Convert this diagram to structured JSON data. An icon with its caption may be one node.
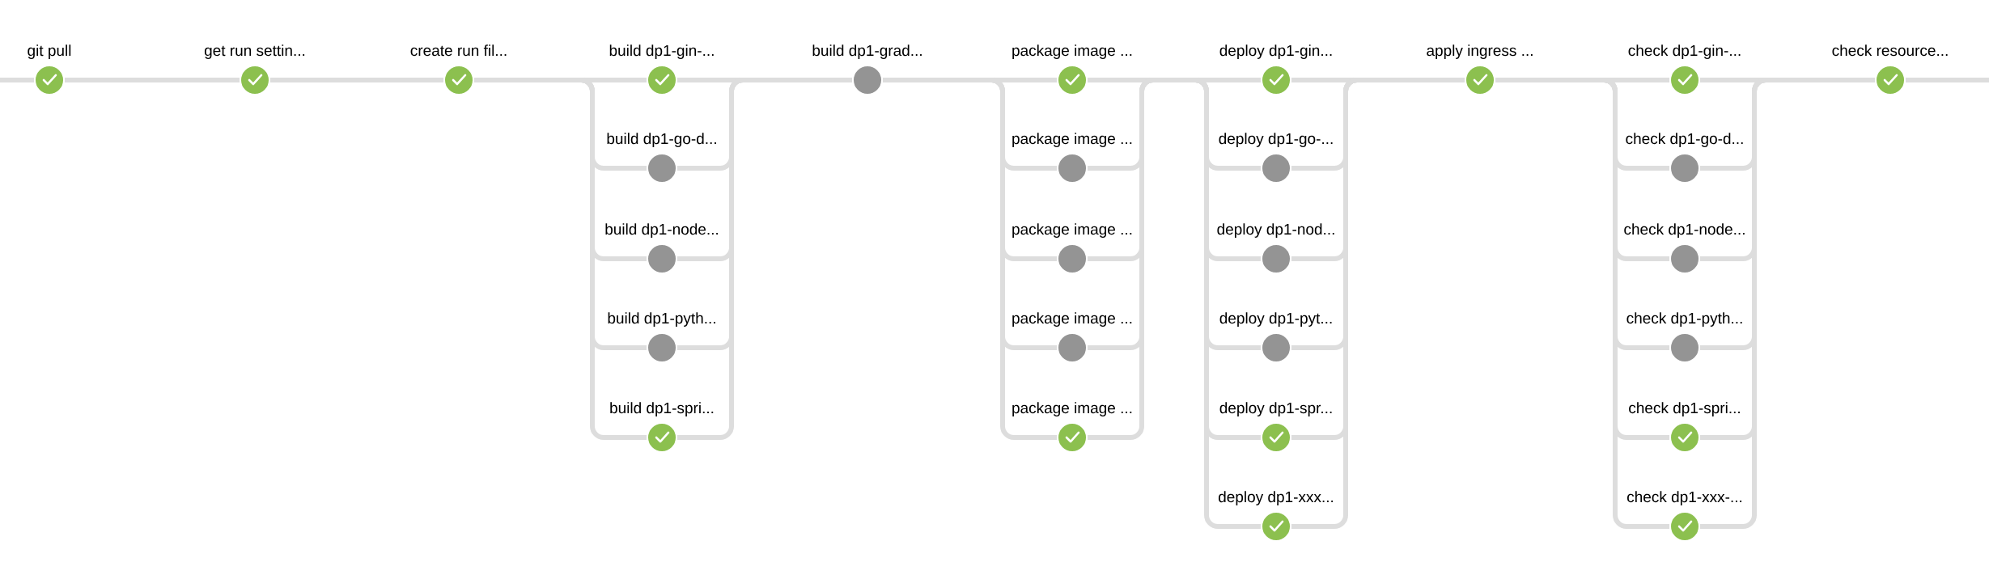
{
  "diagram": {
    "nodes": [
      {
        "text": [
          "git pull"
        ]
      },
      {
        "text": [
          "get run settin..."
        ]
      },
      {
        "text": [
          "create run fil..."
        ]
      },
      {
        "text": [
          "build dp1-gin-..."
        ]
      },
      {
        "text": [
          "build dp1-go-d..."
        ]
      },
      {
        "text": [
          "build dp1-node..."
        ]
      },
      {
        "text": [
          "build dp1-pyth..."
        ]
      },
      {
        "text": [
          "build dp1-spri..."
        ]
      },
      {
        "text": [
          "build dp1-grad..."
        ]
      },
      {
        "text": [
          "package image ..."
        ]
      },
      {
        "text": [
          "package image ..."
        ]
      },
      {
        "text": [
          "package image ..."
        ]
      },
      {
        "text": [
          "package image ..."
        ]
      },
      {
        "text": [
          "package image ..."
        ]
      },
      {
        "text": [
          "deploy dp1-gin..."
        ]
      },
      {
        "text": [
          "deploy dp1-go-..."
        ]
      },
      {
        "text": [
          "deploy dp1-nod..."
        ]
      },
      {
        "text": [
          "deploy dp1-pyt..."
        ]
      },
      {
        "text": [
          "deploy dp1-spr..."
        ]
      },
      {
        "text": [
          "deploy dp1-xxx..."
        ]
      },
      {
        "text": [
          "apply ingress ..."
        ]
      },
      {
        "text": [
          "check dp1-gin-..."
        ]
      },
      {
        "text": [
          "check dp1-go-d..."
        ]
      },
      {
        "text": [
          "check dp1-node..."
        ]
      },
      {
        "text": [
          "check dp1-pyth..."
        ]
      },
      {
        "text": [
          "check dp1-spri..."
        ]
      },
      {
        "text": [
          "check dp1-xxx-..."
        ]
      },
      {
        "text": [
          "check resource..."
        ]
      }
    ],
    "edges": [
      {
        "from": null,
        "to": 0,
        "arrow": "none"
      },
      {
        "from": 0,
        "to": 1,
        "arrow": "none"
      },
      {
        "from": 1,
        "to": 2,
        "arrow": "none"
      },
      {
        "from": 2,
        "to": 3,
        "arrow": "none"
      },
      {
        "from": 2,
        "to": 4,
        "arrow": "none"
      },
      {
        "from": 2,
        "to": 5,
        "arrow": "none"
      },
      {
        "from": 2,
        "to": 6,
        "arrow": "none"
      },
      {
        "from": 2,
        "to": 7,
        "arrow": "none"
      },
      {
        "from": 3,
        "to": 8,
        "arrow": "none"
      },
      {
        "from": 4,
        "to": 8,
        "arrow": "none"
      },
      {
        "from": 5,
        "to": 8,
        "arrow": "none"
      },
      {
        "from": 6,
        "to": 8,
        "arrow": "none"
      },
      {
        "from": 7,
        "to": 8,
        "arrow": "none"
      },
      {
        "from": 8,
        "to": 9,
        "arrow": "none"
      },
      {
        "from": 8,
        "to": 10,
        "arrow": "none"
      },
      {
        "from": 8,
        "to": 11,
        "arrow": "none"
      },
      {
        "from": 8,
        "to": 12,
        "arrow": "none"
      },
      {
        "from": 8,
        "to": 13,
        "arrow": "none"
      },
      {
        "from": 9,
        "to": 14,
        "arrow": "none"
      },
      {
        "from": 9,
        "to": 15,
        "arrow": "none"
      },
      {
        "from": 9,
        "to": 16,
        "arrow": "none"
      },
      {
        "from": 9,
        "to": 17,
        "arrow": "none"
      },
      {
        "from": 9,
        "to": 18,
        "arrow": "none"
      },
      {
        "from": 9,
        "to": 19,
        "arrow": "none"
      },
      {
        "from": 10,
        "to": 14,
        "arrow": "none"
      },
      {
        "from": 10,
        "to": 15,
        "arrow": "none"
      },
      {
        "from": 10,
        "to": 16,
        "arrow": "none"
      },
      {
        "from": 10,
        "to": 17,
        "arrow": "none"
      },
      {
        "from": 10,
        "to": 18,
        "arrow": "none"
      },
      {
        "from": 10,
        "to": 19,
        "arrow": "none"
      },
      {
        "from": 11,
        "to": 14,
        "arrow": "none"
      },
      {
        "from": 11,
        "to": 15,
        "arrow": "none"
      },
      {
        "from": 11,
        "to": 16,
        "arrow": "none"
      },
      {
        "from": 11,
        "to": 17,
        "arrow": "none"
      },
      {
        "from": 11,
        "to": 18,
        "arrow": "none"
      },
      {
        "from": 11,
        "to": 19,
        "arrow": "none"
      },
      {
        "from": 12,
        "to": 14,
        "arrow": "none"
      },
      {
        "from": 12,
        "to": 15,
        "arrow": "none"
      },
      {
        "from": 12,
        "to": 16,
        "arrow": "none"
      },
      {
        "from": 12,
        "to": 17,
        "arrow": "none"
      },
      {
        "from": 12,
        "to": 18,
        "arrow": "none"
      },
      {
        "from": 12,
        "to": 19,
        "arrow": "none"
      },
      {
        "from": 13,
        "to": 14,
        "arrow": "none"
      },
      {
        "from": 13,
        "to": 15,
        "arrow": "none"
      },
      {
        "from": 13,
        "to": 16,
        "arrow": "none"
      },
      {
        "from": 13,
        "to": 17,
        "arrow": "none"
      },
      {
        "from": 13,
        "to": 18,
        "arrow": "none"
      },
      {
        "from": 13,
        "to": 19,
        "arrow": "none"
      },
      {
        "from": 14,
        "to": 20,
        "arrow": "none"
      },
      {
        "from": 15,
        "to": 20,
        "arrow": "none"
      },
      {
        "from": 16,
        "to": 20,
        "arrow": "none"
      },
      {
        "from": 17,
        "to": 20,
        "arrow": "none"
      },
      {
        "from": 18,
        "to": 20,
        "arrow": "none"
      },
      {
        "from": 19,
        "to": 20,
        "arrow": "none"
      },
      {
        "from": 20,
        "to": 21,
        "arrow": "none"
      },
      {
        "from": 20,
        "to": 22,
        "arrow": "none"
      },
      {
        "from": 20,
        "to": 23,
        "arrow": "none"
      },
      {
        "from": 20,
        "to": 24,
        "arrow": "none"
      },
      {
        "from": 20,
        "to": 25,
        "arrow": "none"
      },
      {
        "from": 20,
        "to": 26,
        "arrow": "none"
      },
      {
        "from": 21,
        "to": 27,
        "arrow": "none"
      },
      {
        "from": 22,
        "to": 27,
        "arrow": "none"
      },
      {
        "from": 23,
        "to": 27,
        "arrow": "none"
      },
      {
        "from": 24,
        "to": 27,
        "arrow": "none"
      },
      {
        "from": 25,
        "to": 27,
        "arrow": "none"
      },
      {
        "from": 26,
        "to": 27,
        "arrow": "none"
      },
      {
        "from": 27,
        "to": null,
        "arrow": "none"
      }
    ]
  }
}
